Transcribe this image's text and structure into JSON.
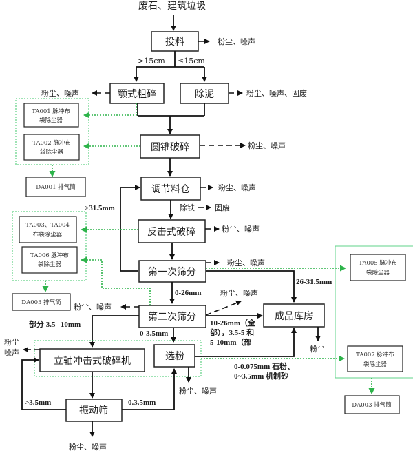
{
  "title": "废石、建筑垃圾",
  "processes": {
    "feeding": "投料",
    "jaw_crush": "颚式粗碎",
    "mud_removal": "除泥",
    "cone_crush": "圆锥破碎",
    "buffer_bin": "调节料仓",
    "impact_crush": "反击式破碎",
    "screen1": "第一次筛分",
    "screen2": "第二次筛分",
    "warehouse": "成品库房",
    "vsi_crusher": "立轴冲击式破碎机",
    "powder_select": "选粉",
    "vibrating_screen": "振动筛"
  },
  "equipment": {
    "ta001": [
      "TA001 脉冲布",
      "袋除尘器"
    ],
    "ta002": [
      "TA002 脉冲布",
      "袋除尘器"
    ],
    "da001": "DA001 排气筒",
    "ta003_004": [
      "TA003、TA004",
      "布袋除尘器"
    ],
    "ta006": [
      "TA006 脉冲布",
      "袋除尘器"
    ],
    "da003_left": "DA003 排气筒",
    "ta005": [
      "TA005 脉冲布",
      "袋除尘器"
    ],
    "ta007": [
      "TA007 脉冲布",
      "袋除尘器"
    ],
    "da003_right": "DA003 排气筒"
  },
  "outputs": {
    "dust_noise": "粉尘、噪声",
    "dust_noise_solid": "粉尘、噪声、固废",
    "solid_waste": "固废",
    "iron_removal": "除铁",
    "dust": "粉尘",
    "dust_stack": [
      "粉尘",
      "噪声"
    ]
  },
  "labels": {
    "gt15cm": ">15cm",
    "le15cm": "≤15cm",
    "gt31_5mm": ">31.5mm",
    "r0_26mm": "0-26mm",
    "r26_31_5mm": "26-31.5mm",
    "r0_3_5mm": "0-3.5mm",
    "part_3_5_10mm": "部分 3.5--10mm",
    "r10_26mm": [
      "10-26mm（全",
      "部），3.5-5 和",
      "5-10mm（部"
    ],
    "products": [
      "0-0.075mm 石粉、",
      "0~3.5mm 机制砂"
    ],
    "gt3_5mm": ">3.5mm",
    "r0_3_5mm_b": "0.3.5mm"
  }
}
